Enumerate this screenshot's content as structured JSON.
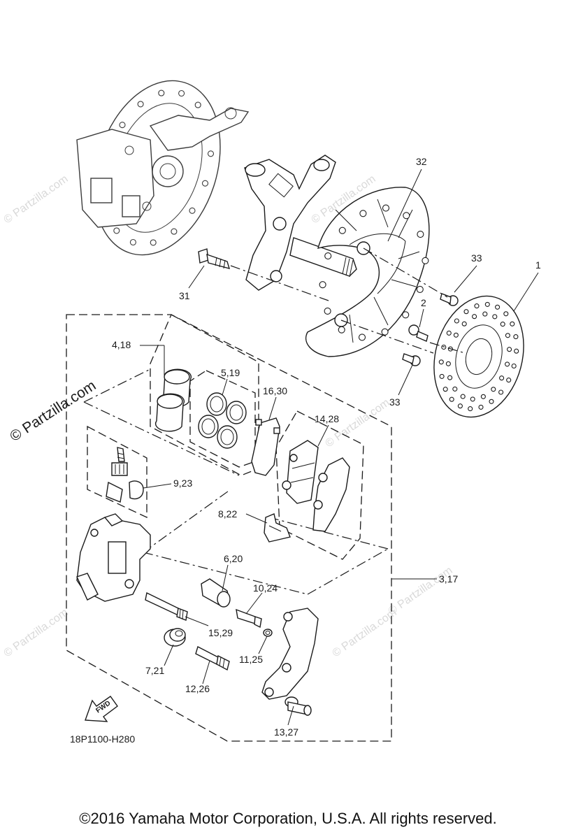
{
  "watermark_main": "© Partzilla.com",
  "watermarks": [
    "© Partzilla.com",
    "© Partzilla.com",
    "© Partzilla.com",
    "© Partzilla.com",
    "© Partzilla.com",
    "© Partzilla.com"
  ],
  "diagram_code": "18P1100-H280",
  "fwd_label": "FWD",
  "copyright": "©2016 Yamaha Motor Corporation, U.S.A. All rights reserved.",
  "callouts": {
    "c1": "1",
    "c2": "2",
    "c3_17": "3,17",
    "c4_18": "4,18",
    "c5_19": "5,19",
    "c6_20": "6,20",
    "c7_21": "7,21",
    "c8_22": "8,22",
    "c9_23": "9,23",
    "c10_24": "10,24",
    "c11_25": "11,25",
    "c12_26": "12,26",
    "c13_27": "13,27",
    "c14_28": "14,28",
    "c15_29": "15,29",
    "c16_30": "16,30",
    "c31": "31",
    "c32": "32",
    "c33a": "33",
    "c33b": "33"
  }
}
